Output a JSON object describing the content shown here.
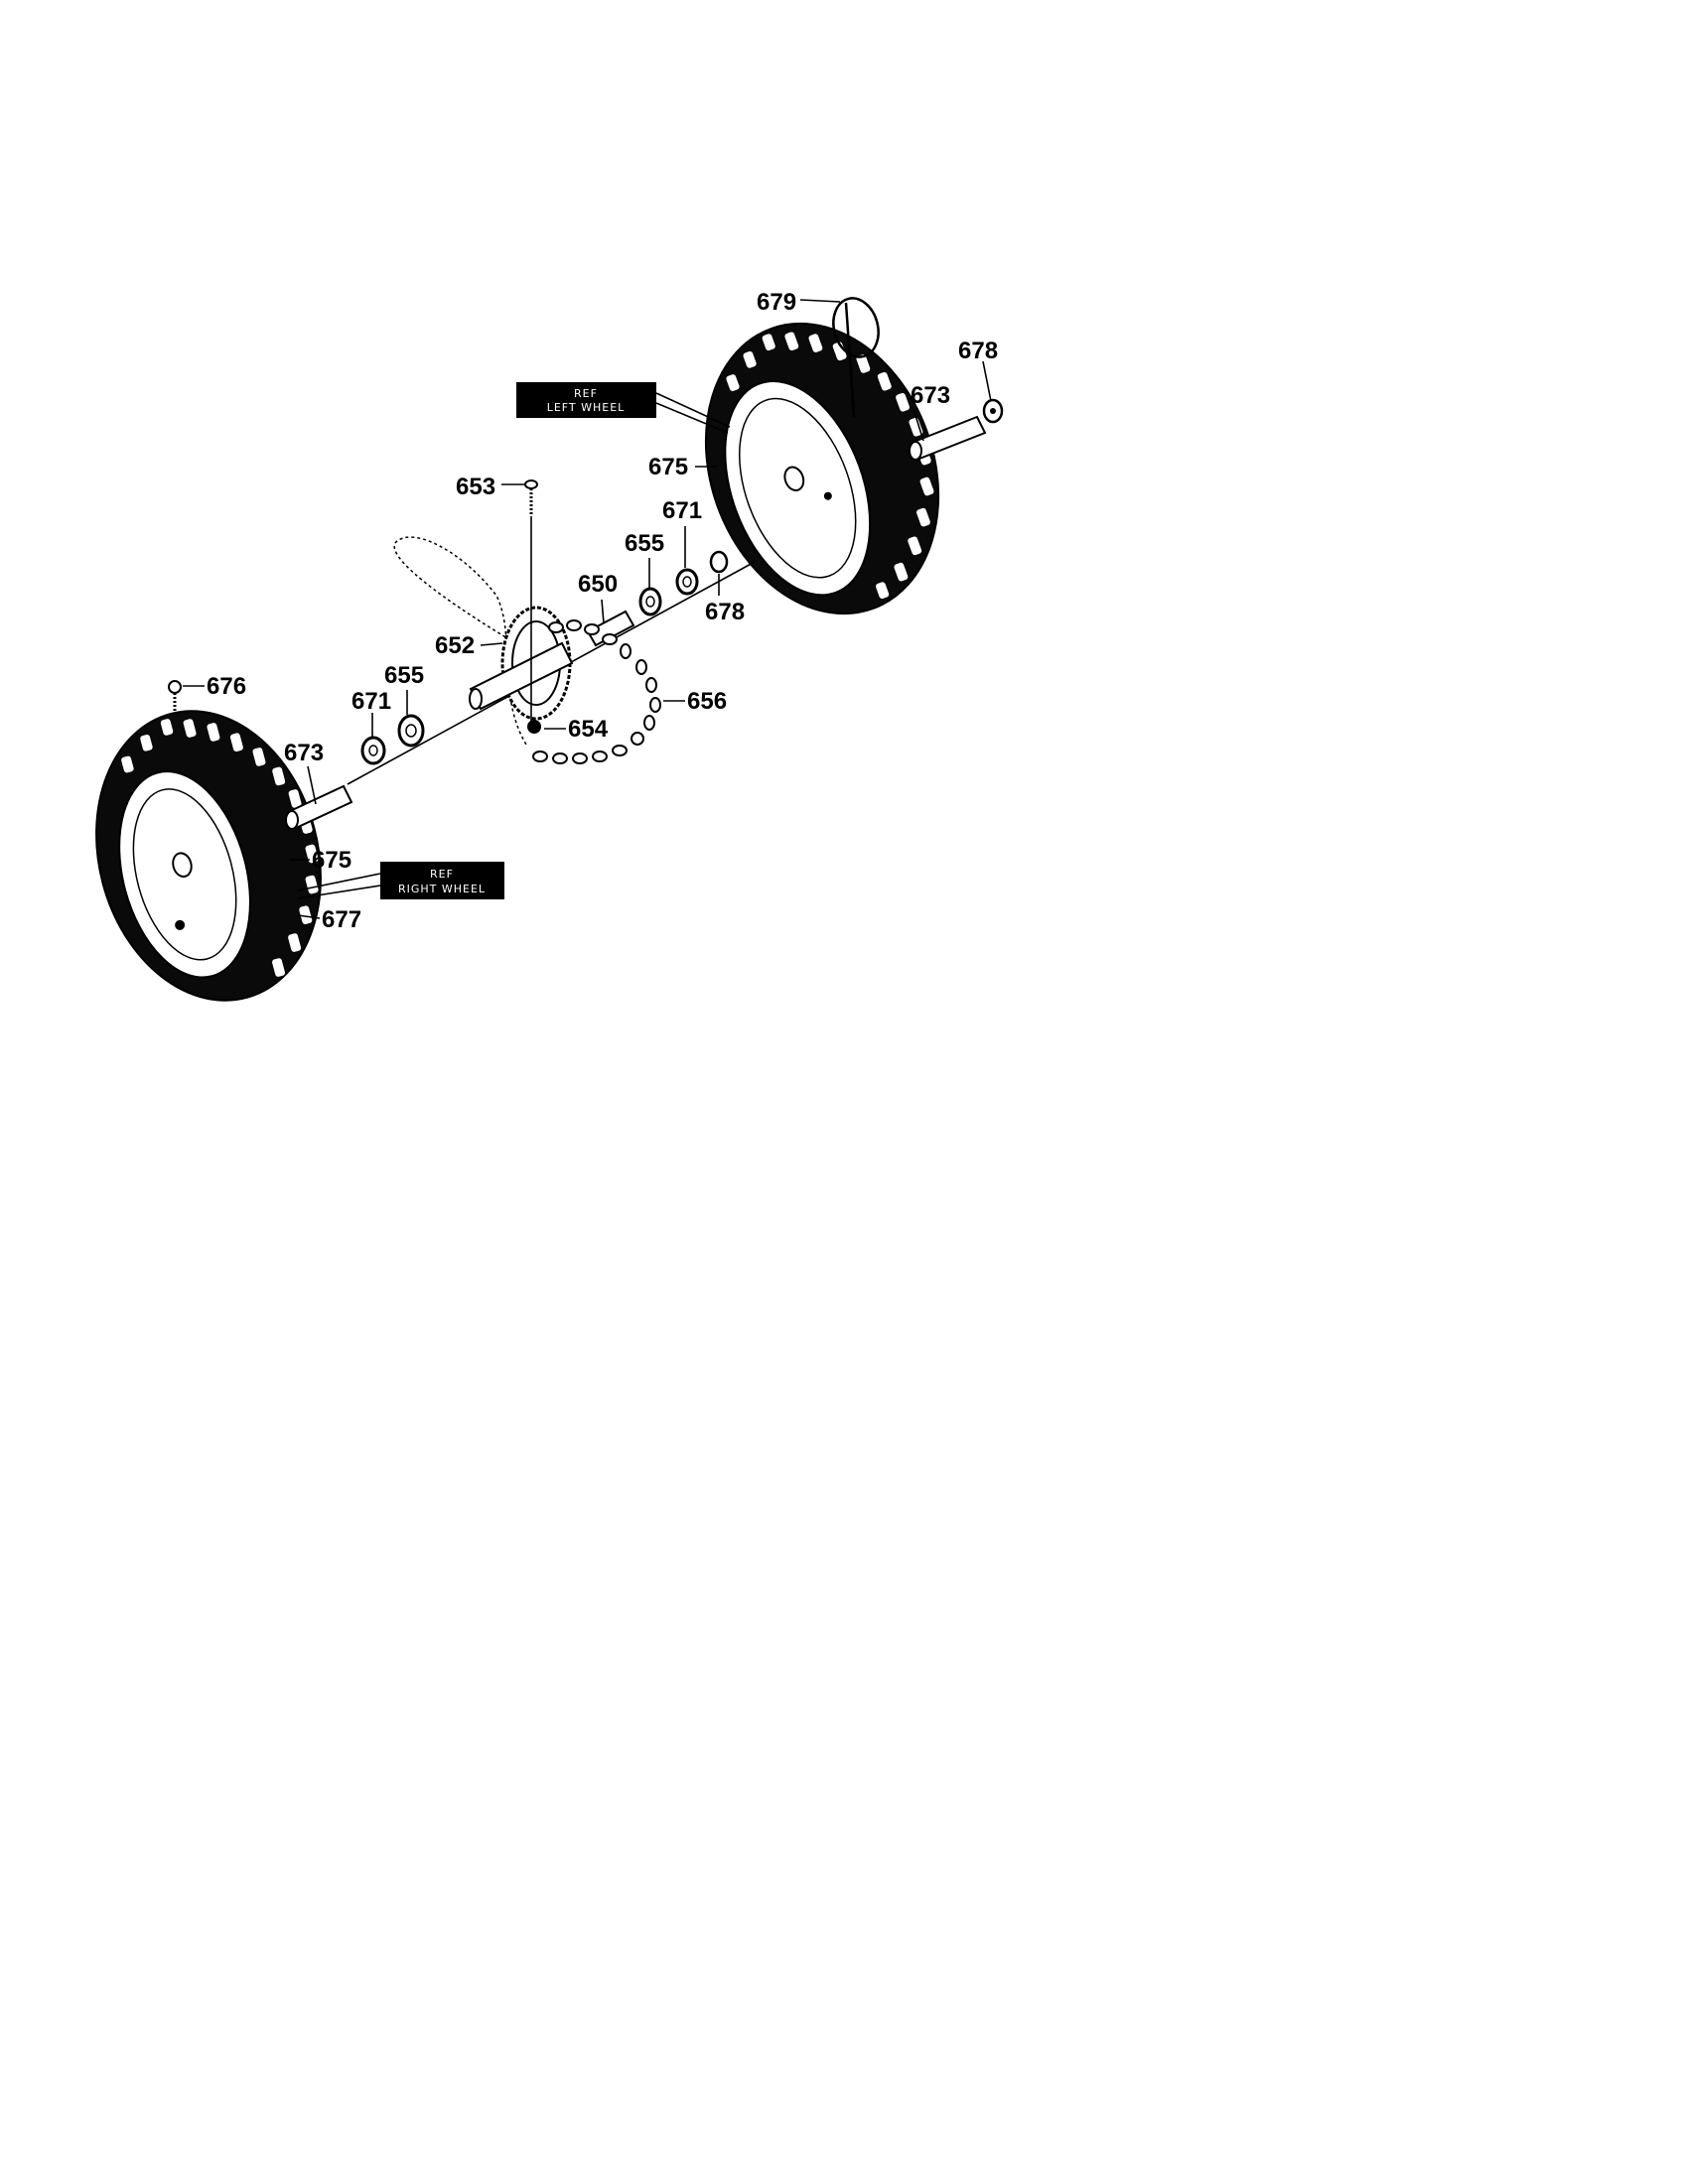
{
  "diagram": {
    "callouts": {
      "c679": "679",
      "c678_top": "678",
      "c673_top": "673",
      "c675_top": "675",
      "c653": "653",
      "c671_top": "671",
      "c655_top": "655",
      "c650": "650",
      "c678_mid": "678",
      "c652": "652",
      "c676": "676",
      "c655_low": "655",
      "c671_low": "671",
      "c656": "656",
      "c654": "654",
      "c673_low": "673",
      "c675_low": "675",
      "c677": "677"
    },
    "ref_boxes": {
      "left_wheel": {
        "line1": "REF",
        "line2": "LEFT WHEEL"
      },
      "right_wheel": {
        "line1": "REF",
        "line2": "RIGHT WHEEL"
      }
    }
  },
  "colors": {
    "ink": "#000000",
    "paper": "#ffffff"
  }
}
